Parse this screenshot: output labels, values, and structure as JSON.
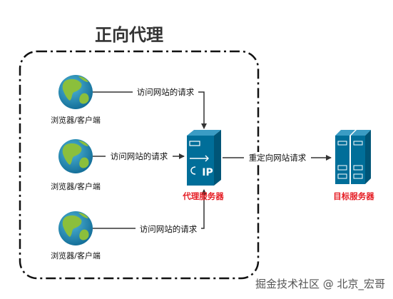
{
  "title": "正向代理",
  "clients": [
    {
      "label": "浏览器/客户端"
    },
    {
      "label": "浏览器/客户端"
    },
    {
      "label": "浏览器/客户端"
    }
  ],
  "edges": {
    "client_request": "访问网站的请求",
    "redirect_request": "重定向网站请求"
  },
  "proxy": {
    "label": "代理服务器",
    "badge": "IP"
  },
  "target": {
    "label": "目标服务器"
  },
  "watermark": "掘金技术社区 @ 北京_宏哥",
  "colors": {
    "proxy_label": "#e51c23",
    "target_label": "#e51c23",
    "server_blue": "#006e99",
    "server_dark": "#005577",
    "globe_ocean": "#1f8fb8",
    "globe_land": "#8bbf3c",
    "arrow": "#333333",
    "border": "#111111"
  },
  "icons": {
    "client": "globe-icon",
    "proxy": "proxy-server-icon",
    "target": "server-tower-icon"
  }
}
